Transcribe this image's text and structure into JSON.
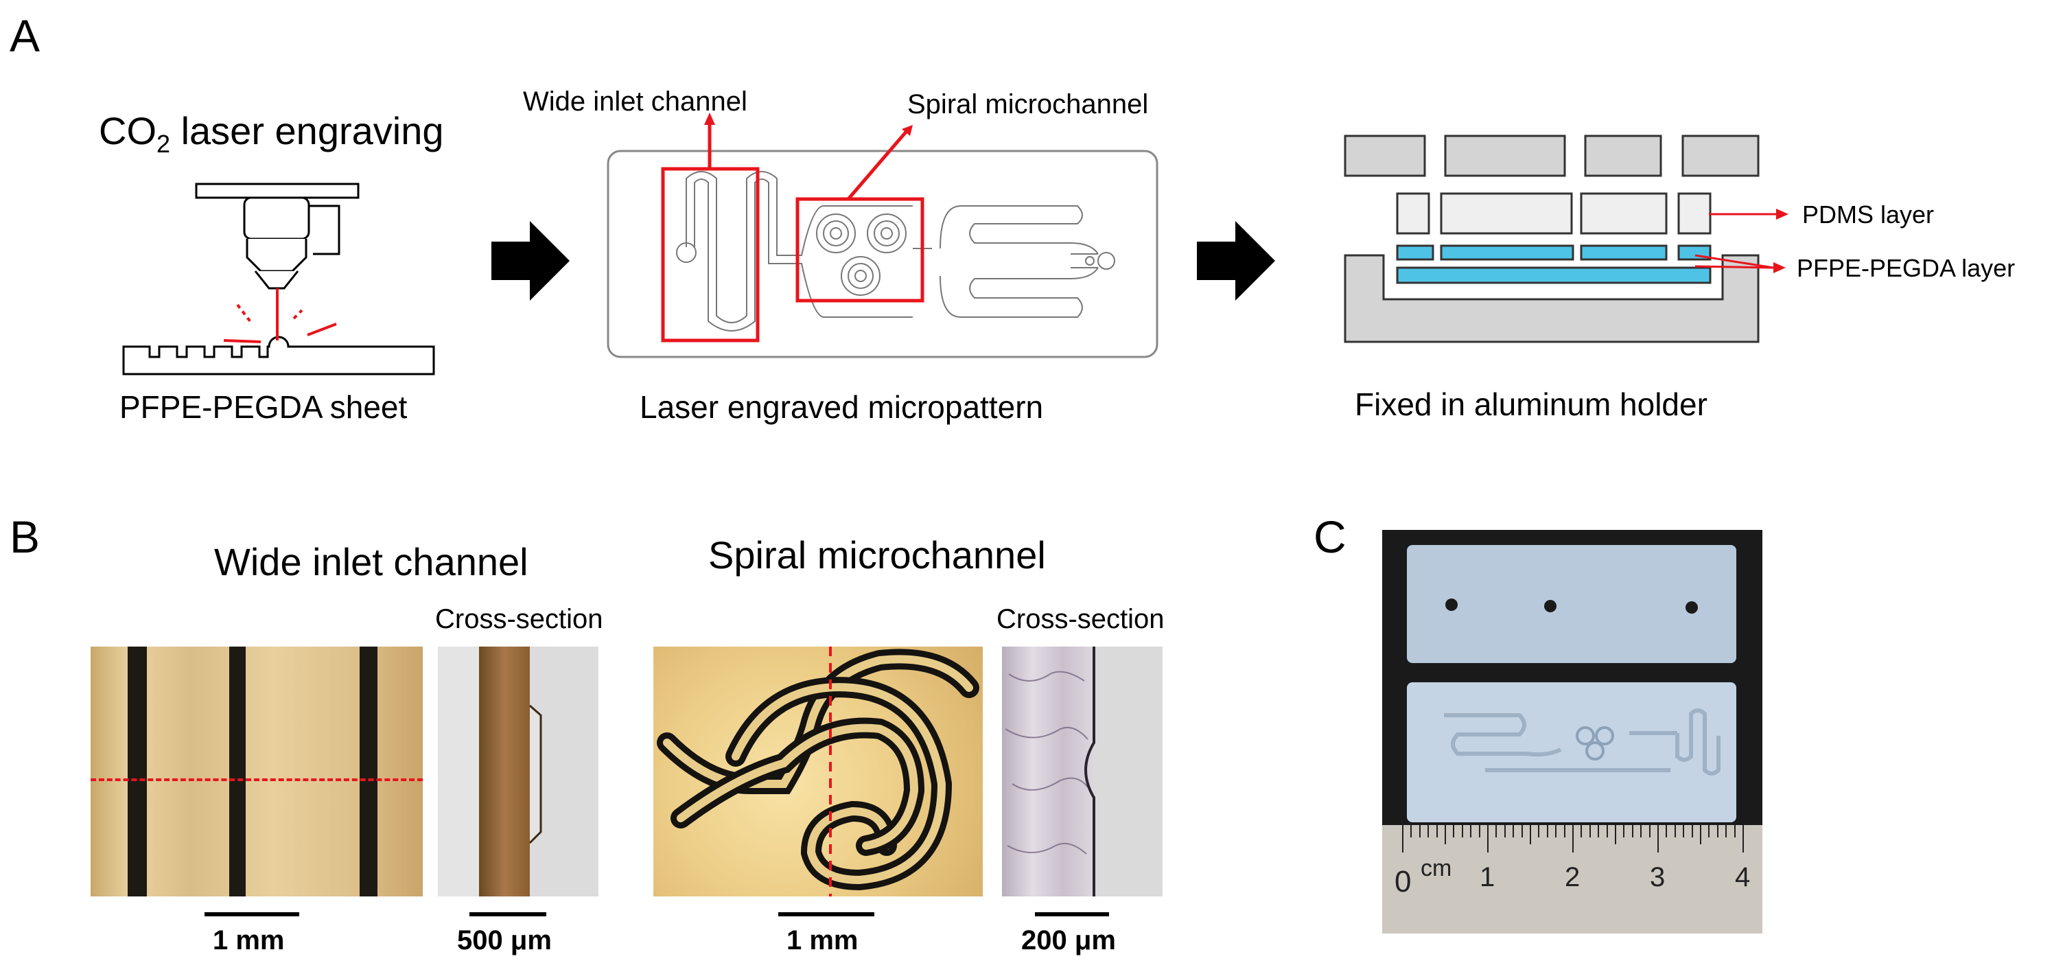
{
  "panels": {
    "a": {
      "letter": "A",
      "co2_title_prefix": "CO",
      "co2_sub": "2",
      "co2_title_suffix": " laser engraving",
      "sheet_label": "PFPE-PEGDA sheet",
      "wide_inlet_label": "Wide inlet channel",
      "spiral_label": "Spiral microchannel",
      "micropattern_label": "Laser engraved micropattern",
      "pdms_label": "PDMS layer",
      "pfpe_layer_label": "PFPE-PEGDA layer",
      "holder_label": "Fixed in aluminum holder"
    },
    "b": {
      "letter": "B",
      "wide_title": "Wide inlet channel",
      "spiral_title": "Spiral microchannel",
      "cross_section_1": "Cross-section",
      "cross_section_2": "Cross-section",
      "scale_1": "1 mm",
      "scale_2": "500 μm",
      "scale_3": "1 mm",
      "scale_4": "200 μm"
    },
    "c": {
      "letter": "C",
      "ruler_unit": "cm",
      "ruler_ticks": [
        "0",
        "1",
        "2",
        "3",
        "4"
      ]
    }
  },
  "colors": {
    "highlight_red": "#e8141c",
    "pfpe_blue": "#4fc3e6",
    "gray_block": "#d4d4d4",
    "light_block": "#efefef"
  }
}
